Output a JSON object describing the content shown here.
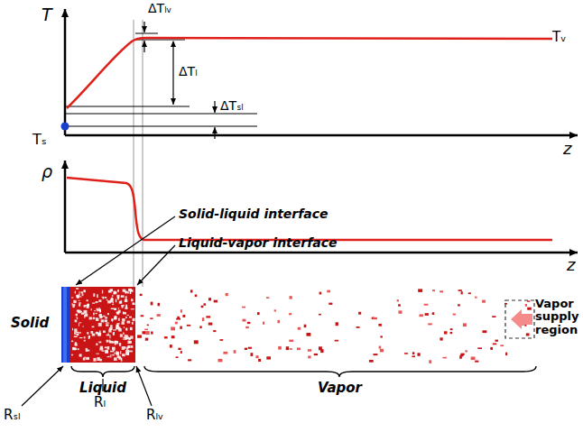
{
  "diagram": {
    "labels": [
      "T",
      "ΔTₗᵥ",
      "Tᵥ",
      "ΔTₗ",
      "ΔTₛₗ",
      "Tₛ",
      "z",
      "ρ",
      "Solid-liquid interface",
      "Liquid-vapor interface",
      "z",
      "Solid",
      "Vapor supply region",
      "Liquid",
      "Vapor",
      "Rₛₗ",
      "Rₗ",
      "Rₗᵥ"
    ]
  }
}
